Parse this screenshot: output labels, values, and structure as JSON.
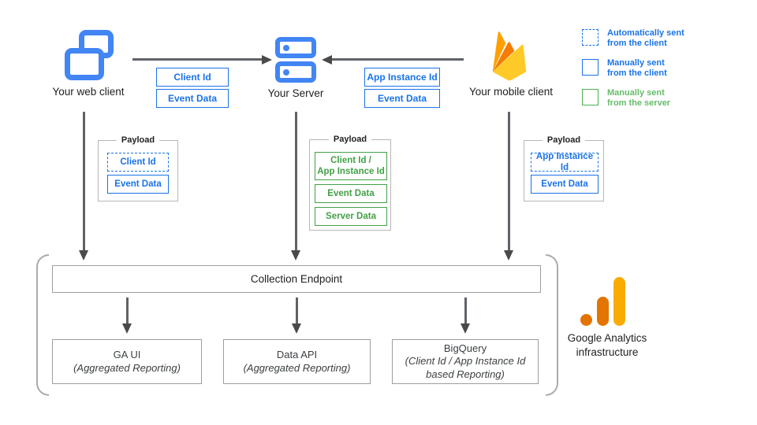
{
  "nodes": {
    "web_client": "Your web client",
    "server": "Your Server",
    "mobile_client": "Your mobile client"
  },
  "flow_web_to_server": {
    "tag1": "Client Id",
    "tag2": "Event Data"
  },
  "flow_mobile_to_server": {
    "tag1": "App Instance Id",
    "tag2": "Event Data"
  },
  "legend": {
    "items": [
      {
        "line1": "Automatically sent",
        "line2": "from the client",
        "style": "dashed-blue"
      },
      {
        "line1": "Manually sent",
        "line2": "from the client",
        "style": "solid-blue"
      },
      {
        "line1": "Manually sent",
        "line2": "from the server",
        "style": "solid-green"
      }
    ]
  },
  "payload_web": {
    "title": "Payload",
    "item1": "Client Id",
    "item2": "Event Data"
  },
  "payload_server": {
    "title": "Payload",
    "item1": "Client Id /\nApp Instance Id",
    "item2": "Event Data",
    "item3": "Server Data"
  },
  "payload_mobile": {
    "title": "Payload",
    "item1": "App Instance Id",
    "item2": "Event Data"
  },
  "infrastructure": {
    "endpoint": "Collection Endpoint",
    "ga_ui_title": "GA UI",
    "ga_ui_subtitle": "(Aggregated Reporting)",
    "data_api_title": "Data API",
    "data_api_subtitle": "(Aggregated Reporting)",
    "bigquery_title": "BigQuery",
    "bigquery_subtitle": "(Client Id / App Instance Id based Reporting)",
    "brand_line1": "Google Analytics",
    "brand_line2": "infrastructure"
  },
  "colors": {
    "icon_blue": "#4285F4",
    "accent_blue": "#1A73E8",
    "accent_green": "#43A047",
    "legend_green_text": "#66BB6A",
    "arrow_gray": "#5F6368",
    "border_gray": "#9E9E9E",
    "firebase_yellow": "#FFCA28",
    "firebase_orange": "#FFA000",
    "firebase_dark_orange": "#F57C00",
    "ga_orange": "#E37400",
    "ga_amber": "#F9AB00"
  }
}
